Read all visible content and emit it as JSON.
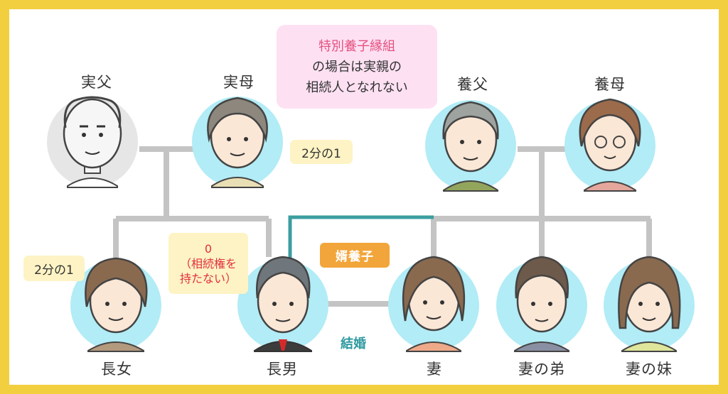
{
  "callout": {
    "line1": "特別養子縁組",
    "line2": "の場合は実親の",
    "line3": "相続人となれない"
  },
  "people": {
    "biological_father": "実父",
    "biological_mother": "実母",
    "adoptive_father": "養父",
    "adoptive_mother": "養母",
    "eldest_daughter": "長女",
    "eldest_son": "長男",
    "wife": "妻",
    "wife_brother": "妻の弟",
    "wife_sister": "妻の妹"
  },
  "shares": {
    "mother_share": "2分の1",
    "daughter_share": "2分の1",
    "son_share": "0",
    "son_note_line1": "（相続権を",
    "son_note_line2": "持たない）"
  },
  "relations": {
    "adopted_son_in_law": "婿養子",
    "marriage": "結婚"
  },
  "colors": {
    "border": "#f2cf3e",
    "circle": "#b2ecf6",
    "line": "#c4c4c4",
    "highlight_line": "#3b9e9f",
    "note_bg": "#fdf3c4",
    "callout_bg": "#fde1f3",
    "badge_bg": "#f2a53a",
    "alert_text": "#e2303e"
  }
}
